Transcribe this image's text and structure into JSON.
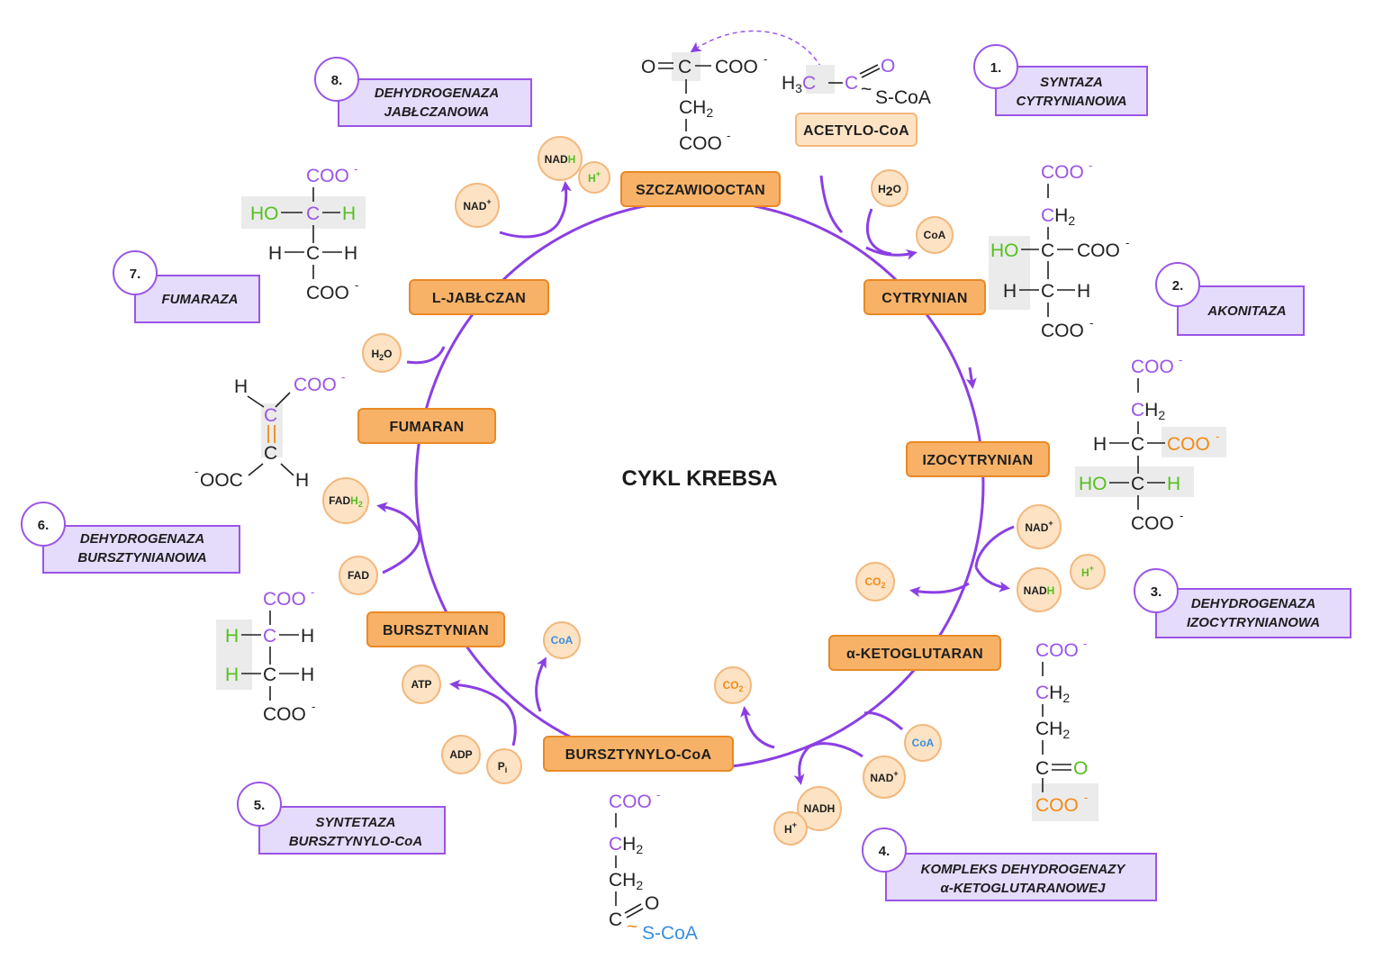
{
  "title": "CYKL KREBSA",
  "colors": {
    "cycle": "#8b3fe3",
    "metabolite_fill": "#f8b267",
    "metabolite_border": "#e98925",
    "cofactor_fill": "#fde3c4",
    "cofactor_border": "#f3b77c",
    "enzyme_fill": "#e5dbfb",
    "enzyme_border": "#9a55e6",
    "highlight": "#ebebeb"
  },
  "metabolites": [
    {
      "label": "SZCZAWIOOCTAN"
    },
    {
      "label": "CYTRYNIAN"
    },
    {
      "label": "IZOCYTRYNIAN"
    },
    {
      "label": "α-KETOGLUTARAN"
    },
    {
      "label": "BURSZTYNYLO-CoA"
    },
    {
      "label": "BURSZTYNIAN"
    },
    {
      "label": "FUMARAN"
    },
    {
      "label": "L-JABŁCZAN"
    },
    {
      "label": "ACETYLO-CoA"
    }
  ],
  "enzymes": [
    {
      "number": "1.",
      "line1": "SYNTAZA",
      "line2": "CYTRYNIANOWA"
    },
    {
      "number": "2.",
      "line1": "AKONITAZA",
      "line2": ""
    },
    {
      "number": "3.",
      "line1": "DEHYDROGENAZA",
      "line2": "IZOCYTRYNIANOWA"
    },
    {
      "number": "4.",
      "line1": "KOMPLEKS DEHYDROGENAZY",
      "line2": "α-KETOGLUTARANOWEJ"
    },
    {
      "number": "5.",
      "line1": "SYNTETAZA",
      "line2": "BURSZTYNYLO-CoA"
    },
    {
      "number": "6.",
      "line1": "DEHYDROGENAZA",
      "line2": "BURSZTYNIANOWA"
    },
    {
      "number": "7.",
      "line1": "FUMARAZA",
      "line2": ""
    },
    {
      "number": "8.",
      "line1": "DEHYDROGENAZA",
      "line2": "JABŁCZANOWA"
    }
  ],
  "cofactors": {
    "h2o": "H",
    "h2o_sub": "2",
    "h2o_tail": "O",
    "coa": "CoA",
    "nad": "NAD",
    "nad_sup": "+",
    "nadh_a": "NAD",
    "nadh_b": "H",
    "hplus": "H",
    "hplus_sup": "+",
    "co2": "CO",
    "co2_sub": "2",
    "adp": "ADP",
    "pi": "P",
    "pi_sub": "i",
    "atp": "ATP",
    "fad": "FAD",
    "fadh2_a": "FAD",
    "fadh2_b": "H",
    "fadh2_sub": "2"
  },
  "chem": {
    "O": "O",
    "C": "C",
    "H": "H",
    "HO": "HO",
    "coo": "COO",
    "minus": "-",
    "ch2": "CH",
    "two": "2",
    "h3c_h": "H",
    "three": "3",
    "scoa": "S-CoA",
    "tilde": "~",
    "ooc": "OOC",
    "eq": "="
  }
}
